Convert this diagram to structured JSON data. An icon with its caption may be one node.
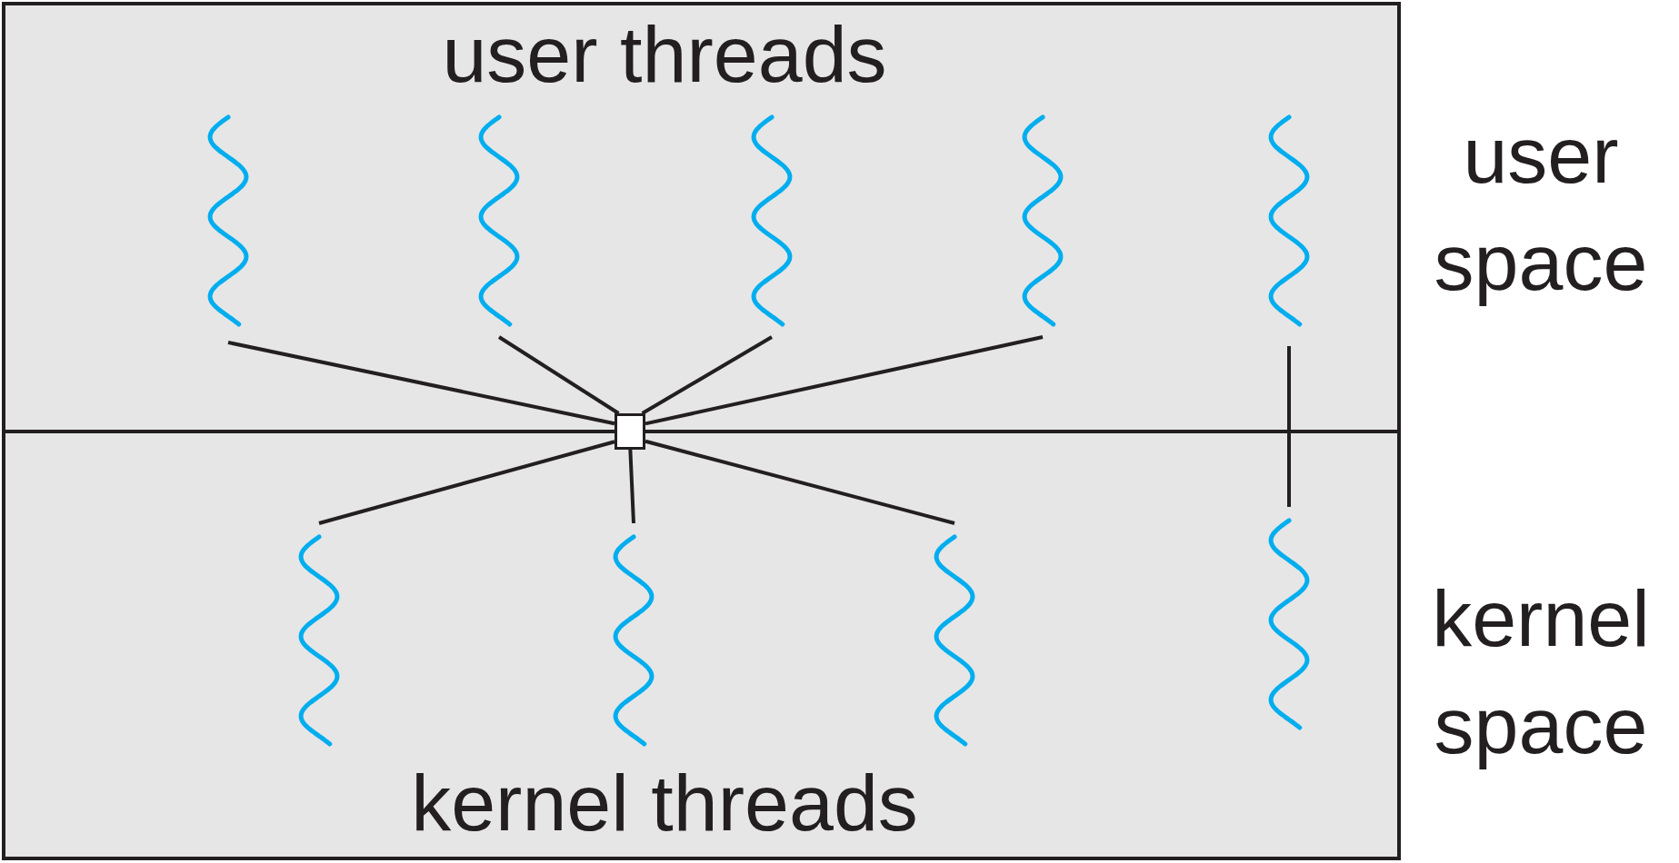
{
  "diagram": {
    "nodes": [
      {
        "text": [
          "user threads"
        ],
        "beside": [
          "user space"
        ]
      },
      {
        "text": [],
        "shape": "wave",
        "in": 0
      },
      {
        "text": [],
        "shape": "wave",
        "in": 0
      },
      {
        "text": [],
        "shape": "wave",
        "in": 0
      },
      {
        "text": [],
        "shape": "wave",
        "in": 0
      },
      {
        "text": [],
        "shape": "wave",
        "in": 0
      },
      {
        "text": [],
        "shape": "box"
      },
      {
        "text": [
          "kernel threads"
        ],
        "beside": [
          "kernel space"
        ]
      },
      {
        "text": [],
        "shape": "wave",
        "in": 7
      },
      {
        "text": [],
        "shape": "wave",
        "in": 7
      },
      {
        "text": [],
        "shape": "wave",
        "in": 7
      },
      {
        "text": [],
        "shape": "wave",
        "in": 7
      }
    ],
    "edges": [
      {
        "from": 1,
        "to": 6,
        "arrow": "none"
      },
      {
        "from": 2,
        "to": 6,
        "arrow": "none"
      },
      {
        "from": 3,
        "to": 6,
        "arrow": "none"
      },
      {
        "from": 4,
        "to": 6,
        "arrow": "none"
      },
      {
        "from": 6,
        "to": 8,
        "arrow": "none"
      },
      {
        "from": 6,
        "to": 9,
        "arrow": "none"
      },
      {
        "from": 6,
        "to": 10,
        "arrow": "none"
      },
      {
        "from": 5,
        "to": 11,
        "arrow": "none"
      }
    ]
  }
}
